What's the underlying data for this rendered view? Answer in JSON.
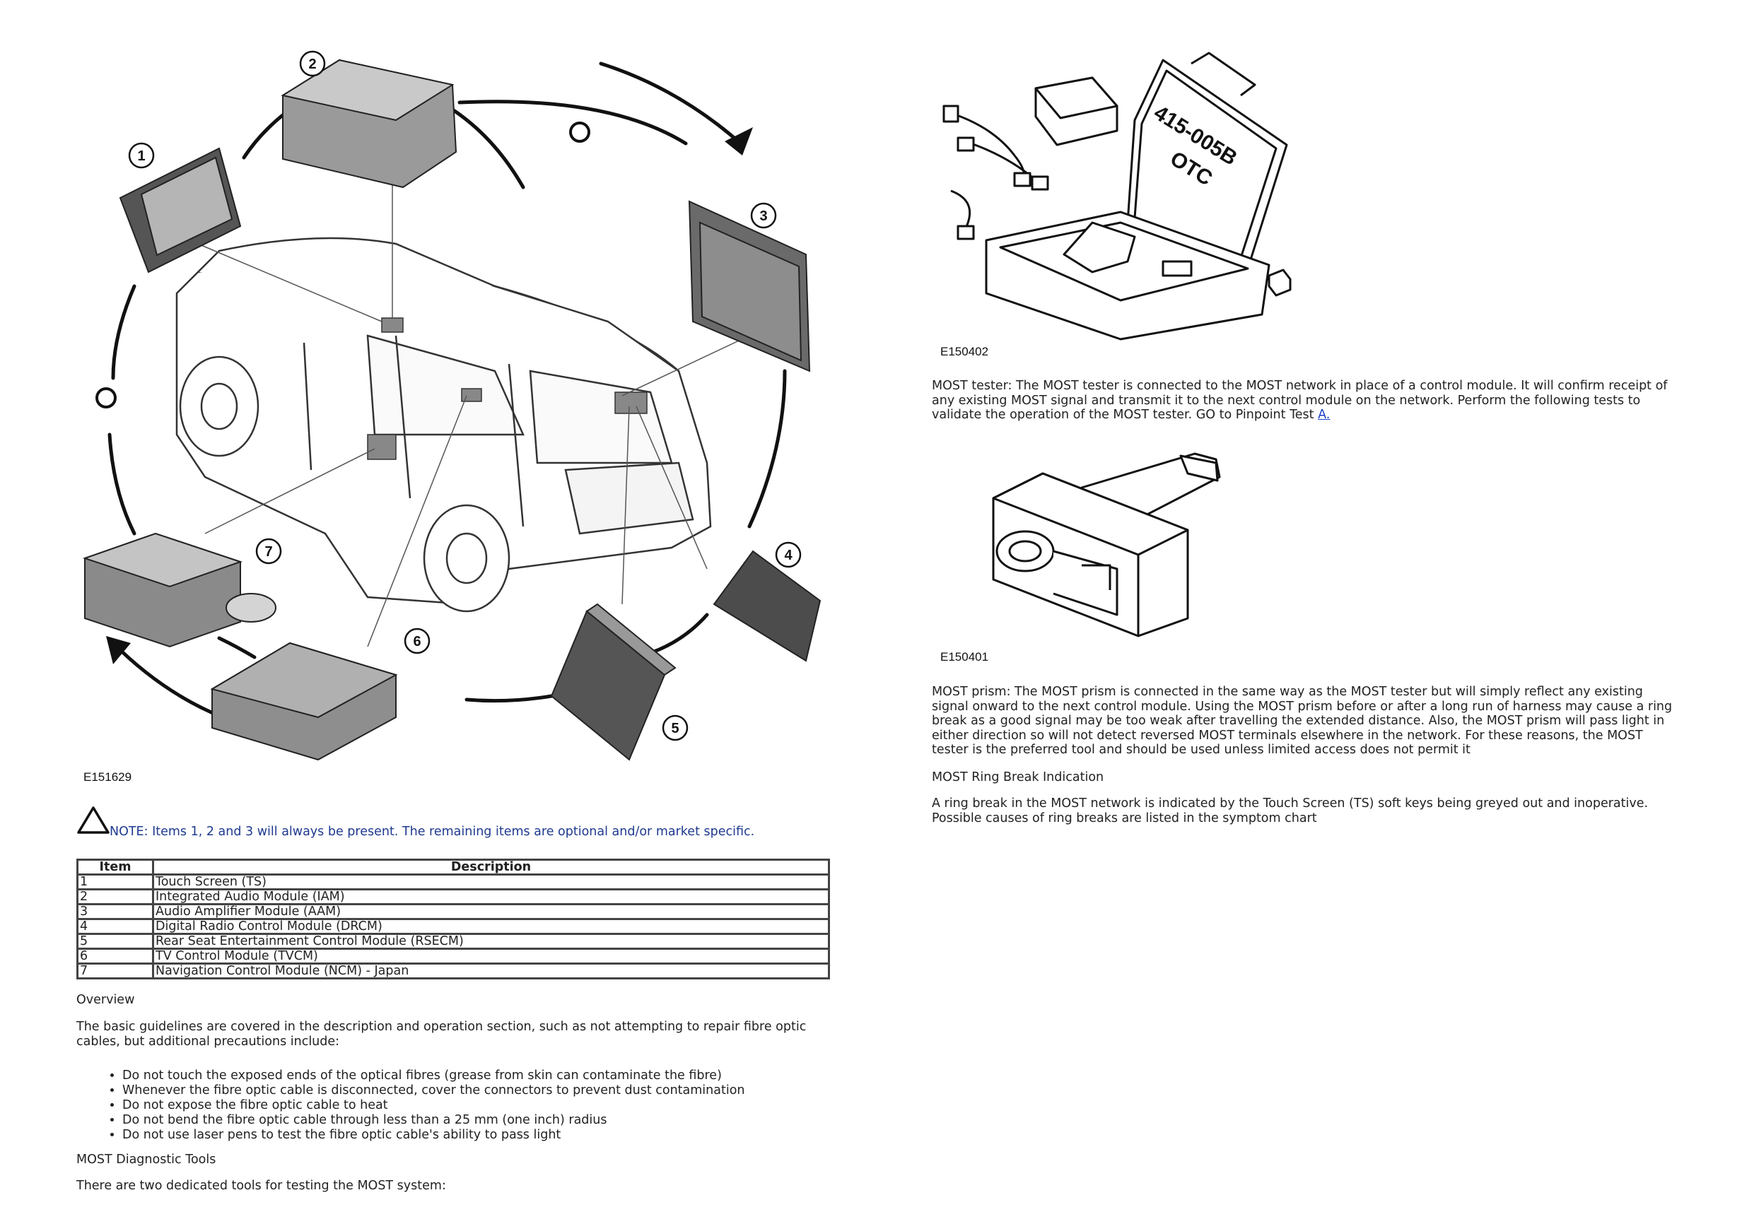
{
  "diagram": {
    "code": "E151629",
    "callouts": [
      "1",
      "2",
      "3",
      "4",
      "5",
      "6",
      "7"
    ]
  },
  "note": {
    "text": "NOTE: Items 1, 2 and 3 will always be present. The remaining items are optional and/or market specific."
  },
  "table": {
    "headers": [
      "Item",
      "Description"
    ],
    "rows": [
      [
        "1",
        "Touch Screen (TS)"
      ],
      [
        "2",
        "Integrated Audio Module (IAM)"
      ],
      [
        "3",
        "Audio Amplifier Module (AAM)"
      ],
      [
        "4",
        "Digital Radio Control Module (DRCM)"
      ],
      [
        "5",
        "Rear Seat Entertainment Control Module (RSECM)"
      ],
      [
        "6",
        "TV Control Module (TVCM)"
      ],
      [
        "7",
        "Navigation Control Module (NCM) - Japan"
      ]
    ]
  },
  "overview": {
    "heading": "Overview",
    "intro": "The basic guidelines are covered in the description and operation section, such as not attempting to repair fibre optic cables, but additional precautions include:",
    "bullets": [
      "Do not touch the exposed ends of the optical fibres (grease from skin can contaminate the fibre)",
      "Whenever the fibre optic cable is disconnected, cover the connectors to prevent dust contamination",
      "Do not expose the fibre optic cable to heat",
      "Do not bend the fibre optic cable through less than a 25 mm (one inch) radius",
      "Do not use laser pens to test the fibre optic cable's ability to pass light"
    ],
    "tools_heading": "MOST Diagnostic Tools",
    "tools_intro": "There are two dedicated tools for testing the MOST system:"
  },
  "tester": {
    "code": "E150402",
    "case_text_1": "415-005B",
    "case_text_2": "OTC",
    "description": "MOST tester: The MOST tester is connected to the MOST network in place of a control module. It will confirm receipt of any existing MOST signal and transmit it to the next control module on the network. Perform the following tests to validate the operation of the MOST tester. GO to Pinpoint Test ",
    "link": "A."
  },
  "prism": {
    "code": "E150401",
    "description": "MOST prism: The MOST prism is connected in the same way as the MOST tester but will simply reflect any existing signal onward to the next control module. Using the MOST prism before or after a long run of harness may cause a ring break as a good signal may be too weak after travelling the extended distance. Also, the MOST prism will pass light in either direction so will not detect reversed MOST terminals elsewhere in the network. For these reasons, the MOST tester is the preferred tool and should be used unless limited access does not permit it"
  },
  "ring_break": {
    "heading": "MOST Ring Break Indication",
    "text": "A ring break in the MOST network is indicated by the Touch Screen (TS) soft keys being greyed out and inoperative. Possible causes of ring breaks are listed in the symptom chart"
  }
}
